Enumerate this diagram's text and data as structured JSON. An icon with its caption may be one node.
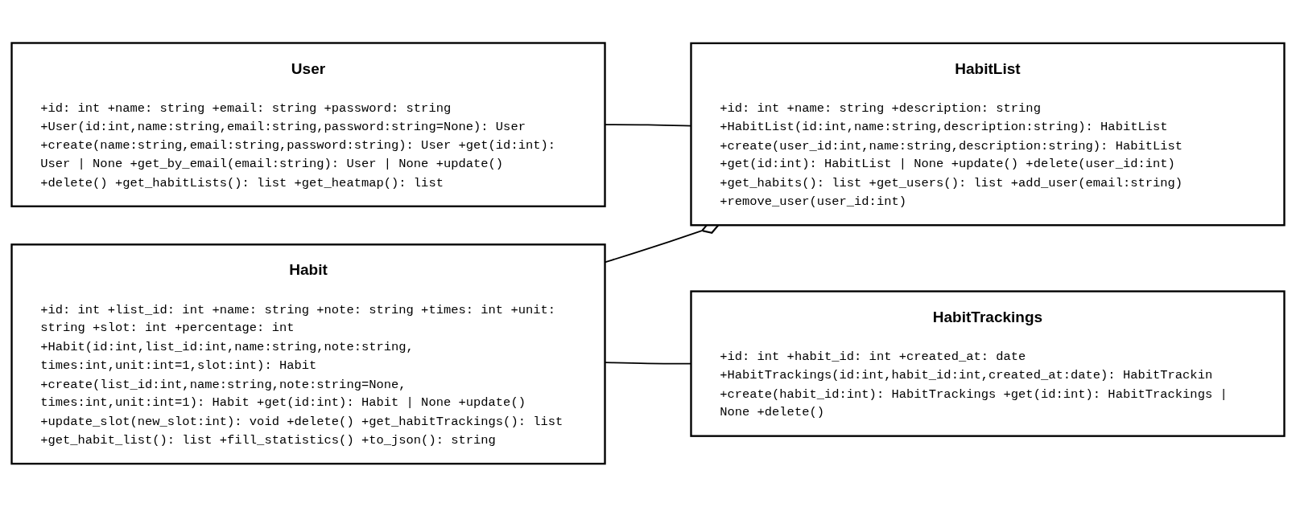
{
  "diagram": {
    "nodes": [
      {
        "text": [
          "User",
          "+id: int +name: string +email: string +password: string",
          "+User(id:int,name:string,email:string,password:string=None): User +create(name:string,email:string,password:string): User +get(id:int): User | None +get_by_email(email:string): User | None +update() +delete() +get_habitLists(): list +get_heatmap(): list"
        ]
      },
      {
        "text": [
          "HabitList",
          "+id: int +name: string +description: string",
          "+HabitList(id:int,name:string,description:string): HabitList +create(user_id:int,name:string,description:string): HabitList +get(id:int): HabitList | None +update() +delete(user_id:int) +get_habits(): list +get_users(): list +add_user(email:string) +remove_user(user_id:int)"
        ]
      },
      {
        "text": [
          "Habit",
          "+id: int +list_id: int +name: string +note: string +times: int +unit: string +slot: int +percentage: int",
          "+Habit(id:int,list_id:int,name:string,note:string, times:int,unit:int=1,slot:int): Habit +create(list_id:int,name:string,note:string=None, times:int,unit:int=1): Habit +get(id:int): Habit | None +update() +update_slot(new_slot:int): void +delete() +get_habitTrackings(): list +get_habit_list(): list +fill_statistics() +to_json(): string"
        ]
      },
      {
        "text": [
          "HabitTrackings",
          "+id: int +habit_id: int +created_at: date",
          "+HabitTrackings(id:int,habit_id:int,created_at:date): HabitTrackin +create(habit_id:int): HabitTrackings +get(id:int): HabitTrackings | None +delete()"
        ]
      }
    ],
    "edges": [
      {
        "from": 0,
        "to": 1,
        "arrow": "none"
      },
      {
        "from": 2,
        "to": 1,
        "arrow": "other"
      },
      {
        "from": 2,
        "to": 3,
        "arrow": "none"
      }
    ]
  }
}
